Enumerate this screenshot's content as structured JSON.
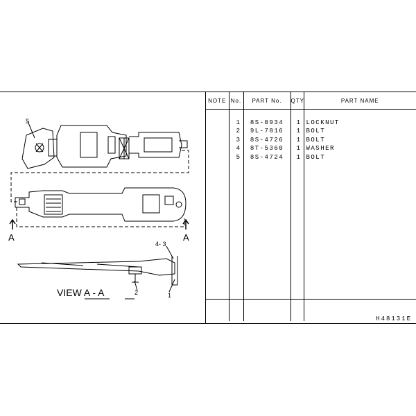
{
  "illustration": {
    "callouts": {
      "item5": "5",
      "item43": "4- 3",
      "item2": "2",
      "item1": "1"
    },
    "section_marker_left": "A",
    "section_marker_right": "A",
    "view_caption": "VIEW A - A"
  },
  "parts_table": {
    "headers": {
      "note": "NOTE",
      "no": "No.",
      "part_no": "PART No.",
      "qty": "QTY",
      "part_name": "PART NAME"
    },
    "rows": [
      {
        "no": "1",
        "part_no": "8S-0934",
        "qty": "1",
        "name": "LOCKNUT"
      },
      {
        "no": "2",
        "part_no": "9L-7816",
        "qty": "1",
        "name": "BOLT"
      },
      {
        "no": "3",
        "part_no": "8S-4726",
        "qty": "1",
        "name": "BOLT"
      },
      {
        "no": "4",
        "part_no": "8T-5360",
        "qty": "1",
        "name": "WASHER"
      },
      {
        "no": "5",
        "part_no": "8S-4724",
        "qty": "1",
        "name": "BOLT"
      }
    ]
  },
  "reference_code": "H48131E"
}
